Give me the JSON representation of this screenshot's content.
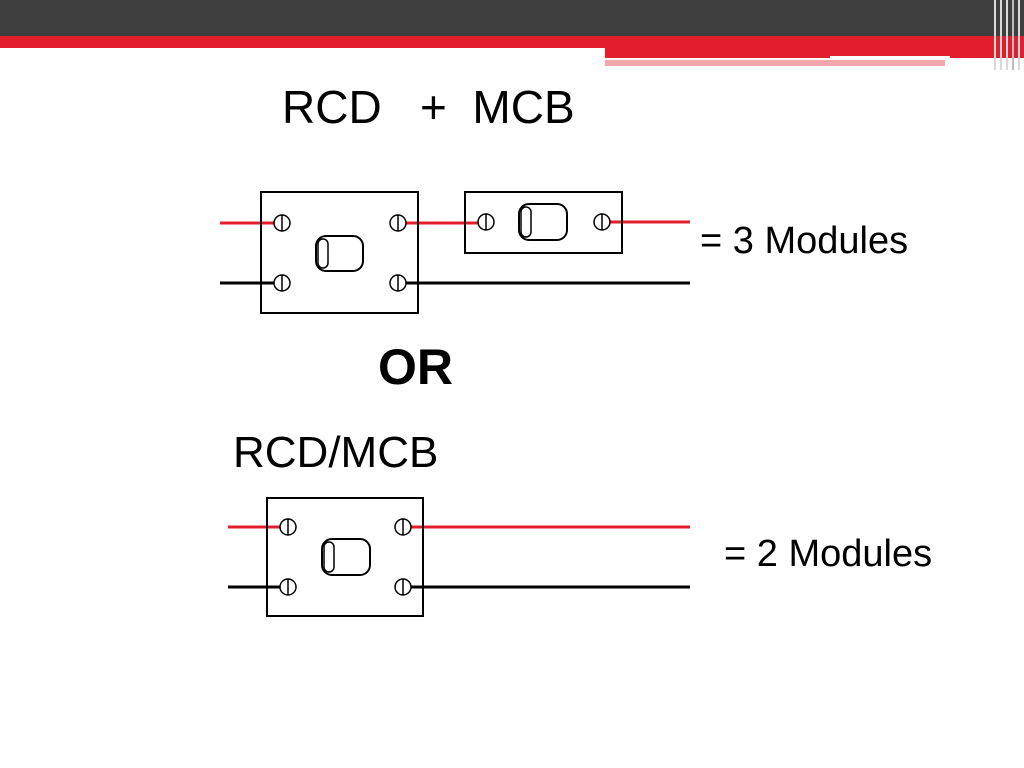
{
  "slide": {
    "title_top": "RCD   +  MCB",
    "modules_3": "= 3 Modules",
    "or_label": "OR",
    "title_bottom": "RCD/MCB",
    "modules_2": "= 2 Modules"
  },
  "colors": {
    "header_dark": "#3f3f3f",
    "accent_red": "#e21d2c",
    "live_wire": "#e21d2c",
    "neutral_wire": "#000000"
  },
  "icons": {
    "terminal": "terminal-screw-icon",
    "switch": "toggle-switch-icon"
  }
}
